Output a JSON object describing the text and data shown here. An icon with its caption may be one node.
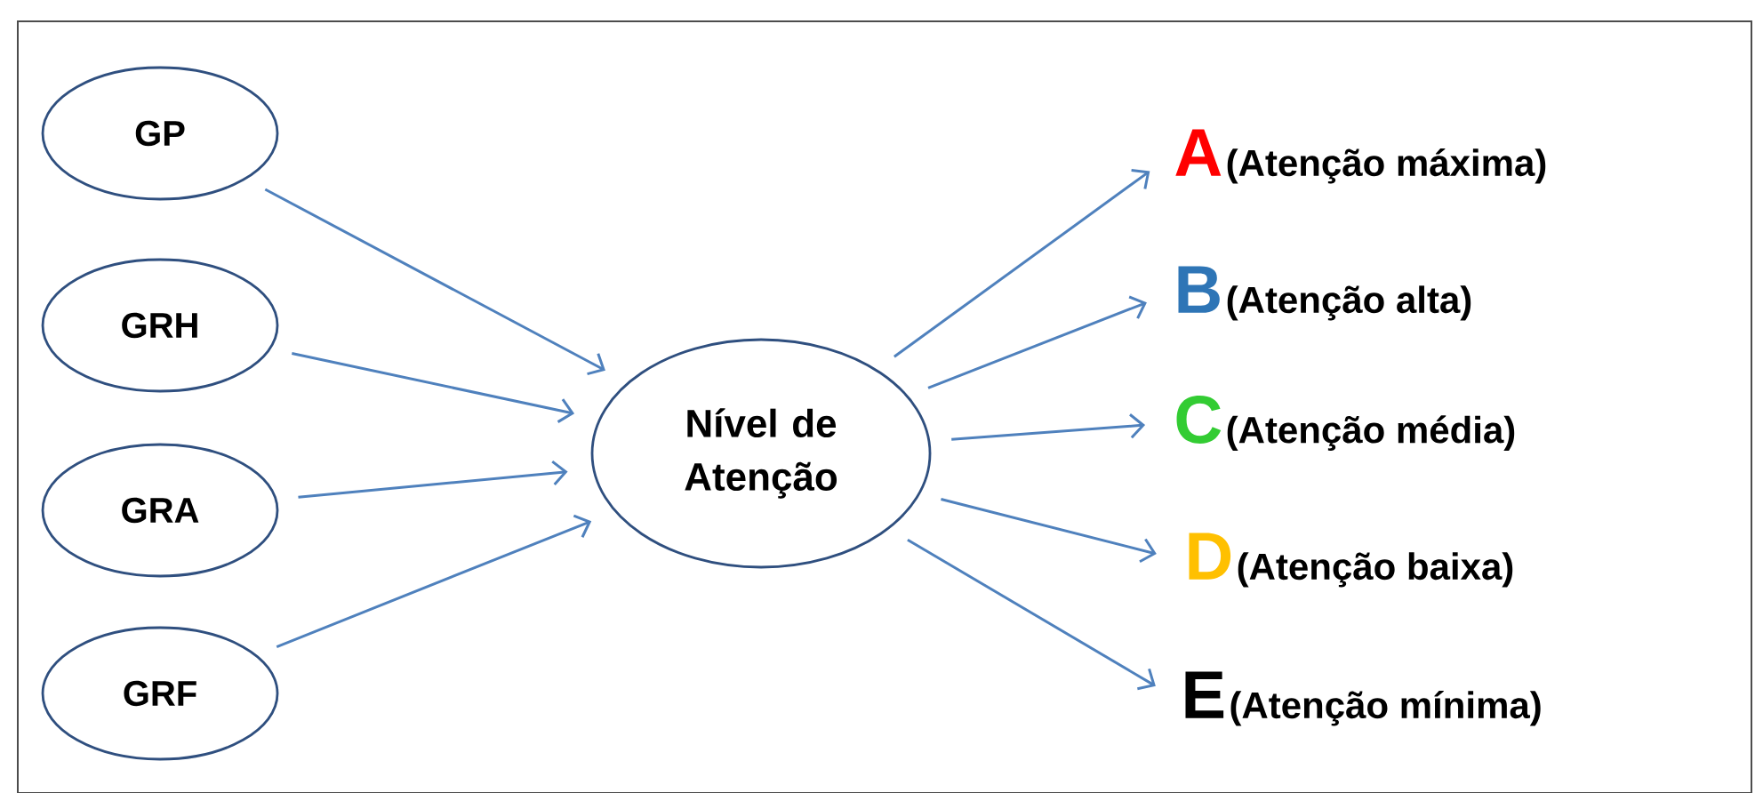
{
  "diagram": {
    "nodes": [
      {
        "text": [
          "GP"
        ]
      },
      {
        "text": [
          "GRH"
        ]
      },
      {
        "text": [
          "GRA"
        ]
      },
      {
        "text": [
          "GRF"
        ]
      },
      {
        "text": [
          "Nível de Atenção"
        ]
      },
      {
        "text": [
          "A",
          "(Atenção máxima)"
        ]
      },
      {
        "text": [
          "B",
          "(Atenção alta)"
        ]
      },
      {
        "text": [
          "C",
          "(Atenção média)"
        ]
      },
      {
        "text": [
          "D",
          "(Atenção baixa)"
        ]
      },
      {
        "text": [
          "E",
          "(Atenção mínima)"
        ]
      }
    ],
    "edges": [
      {
        "from": 0,
        "to": 4,
        "arrow": "to"
      },
      {
        "from": 1,
        "to": 4,
        "arrow": "to"
      },
      {
        "from": 2,
        "to": 4,
        "arrow": "to"
      },
      {
        "from": 3,
        "to": 4,
        "arrow": "to"
      },
      {
        "from": 4,
        "to": 5,
        "arrow": "to"
      },
      {
        "from": 4,
        "to": 6,
        "arrow": "to"
      },
      {
        "from": 4,
        "to": 7,
        "arrow": "to"
      },
      {
        "from": 4,
        "to": 8,
        "arrow": "to"
      },
      {
        "from": 4,
        "to": 9,
        "arrow": "to"
      }
    ]
  }
}
